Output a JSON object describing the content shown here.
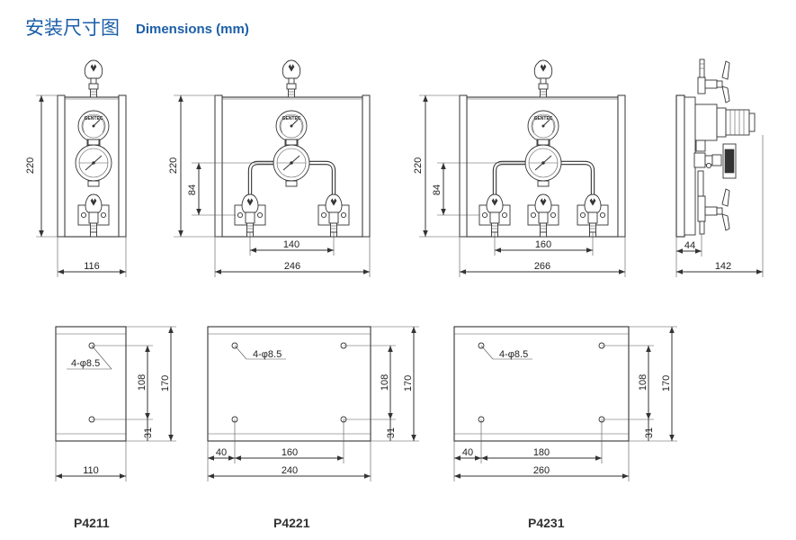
{
  "header": {
    "title_cn": "安装尺寸图",
    "title_en": "Dimensions (mm)"
  },
  "brand_label": "GENTEC",
  "front_views": [
    {
      "height": "220",
      "width": "116"
    },
    {
      "height": "220",
      "depth": "84",
      "spacing": "140",
      "width": "246"
    },
    {
      "height": "220",
      "depth": "84",
      "spacing": "160",
      "width": "266"
    }
  ],
  "side_view": {
    "offset": "44",
    "width": "142"
  },
  "mount_views": [
    {
      "hole_label": "4-φ8.5",
      "hole_spacing_v": "108",
      "height": "170",
      "bottom": "31",
      "width": "110"
    },
    {
      "hole_label": "4-φ8.5",
      "hole_spacing_v": "108",
      "height": "170",
      "bottom": "31",
      "left": "40",
      "hole_spacing_h": "160",
      "width": "240"
    },
    {
      "hole_label": "4-φ8.5",
      "hole_spacing_v": "108",
      "height": "170",
      "bottom": "31",
      "left": "40",
      "hole_spacing_h": "180",
      "width": "260"
    }
  ],
  "models": [
    "P4211",
    "P4221",
    "P4231"
  ]
}
